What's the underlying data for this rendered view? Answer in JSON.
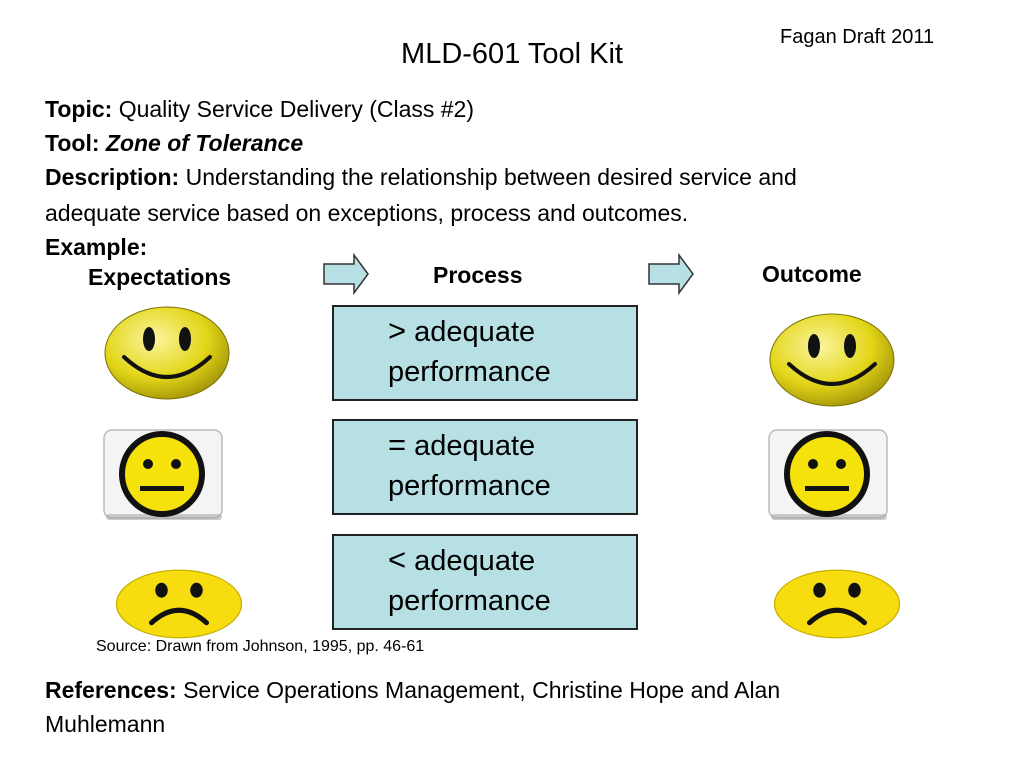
{
  "header": {
    "corner_note": "Fagan Draft 2011",
    "title": "MLD-601 Tool Kit"
  },
  "info": {
    "topic_label": "Topic:",
    "topic_value": "Quality Service Delivery (Class #2)",
    "tool_label": "Tool:",
    "tool_value": "Zone of Tolerance",
    "description_label": "Description:",
    "description_line1": "Understanding the relationship between desired service and",
    "description_line2": "adequate service based on exceptions, process and outcomes.",
    "example_label": "Example:"
  },
  "diagram": {
    "expectations_label": "Expectations",
    "process_label": "Process",
    "outcome_label": "Outcome",
    "rows": [
      {
        "symbol": ">",
        "line1": "adequate",
        "line2": "performance",
        "face": "happy-face-icon"
      },
      {
        "symbol": "=",
        "line1": "adequate",
        "line2": "performance",
        "face": "neutral-face-icon"
      },
      {
        "symbol": "<",
        "line1": "adequate",
        "line2": "performance",
        "face": "sad-face-icon"
      }
    ],
    "colors": {
      "box_fill": "#b6e0e4",
      "arrow_fill": "#b6e0e4",
      "face_yellow": "#f0e020"
    }
  },
  "source_note": "Source: Drawn from Johnson, 1995, pp. 46-61",
  "references": {
    "label": "References:",
    "text": "Service Operations Management, Christine Hope and Alan",
    "text_line2": "Muhlemann"
  }
}
